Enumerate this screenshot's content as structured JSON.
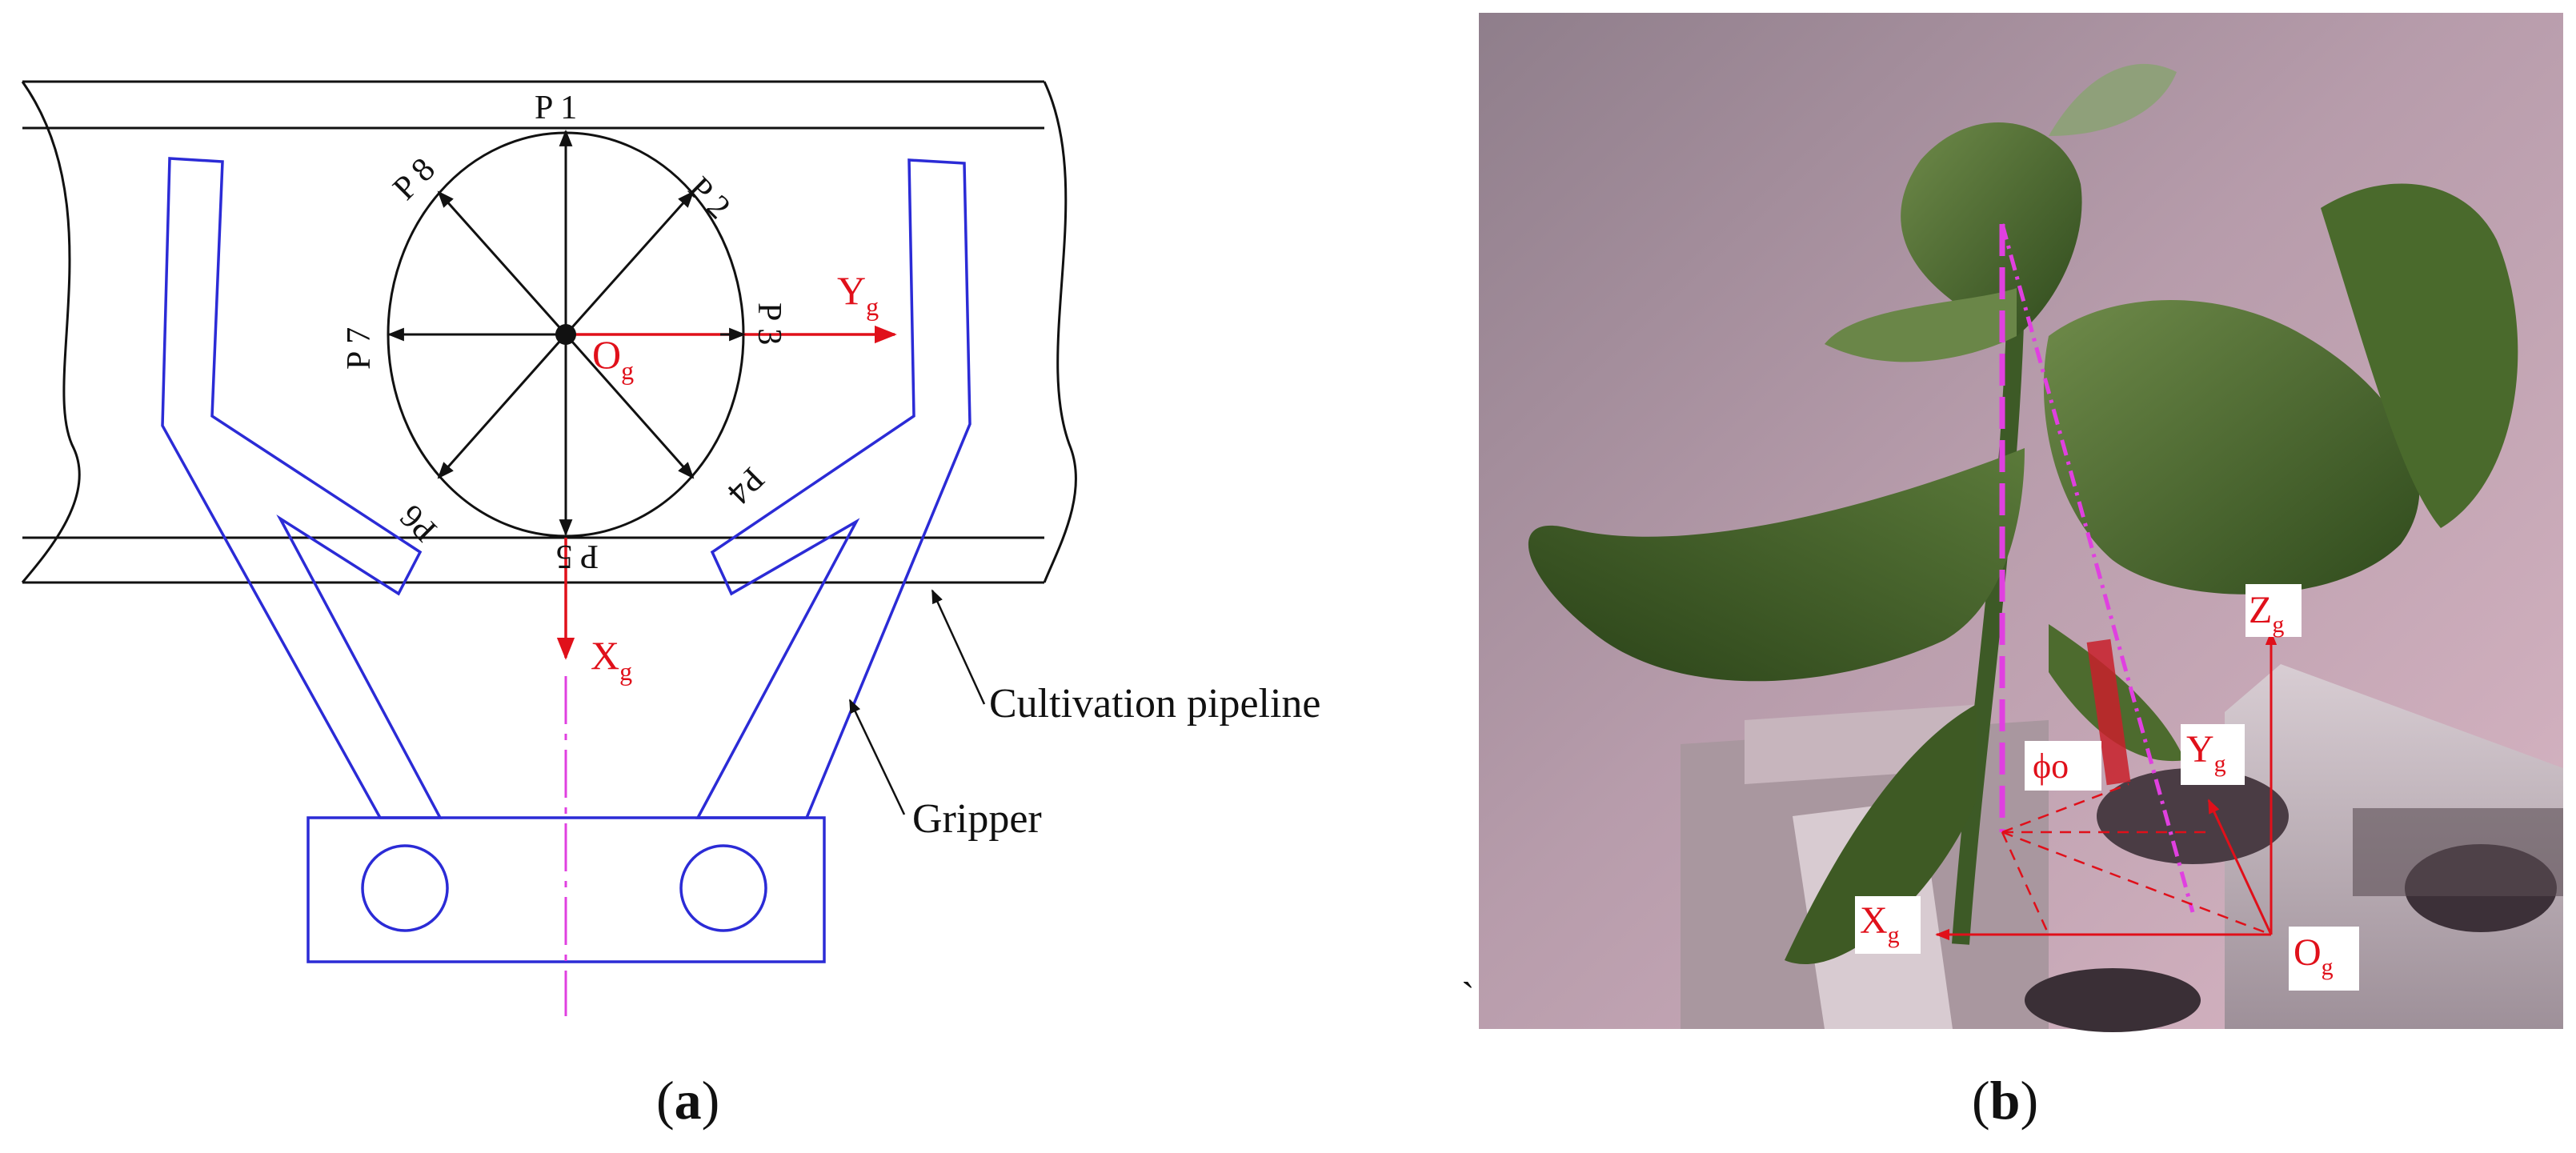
{
  "panel_a": {
    "caption_open": "(",
    "caption_letter": "a",
    "caption_close": ")",
    "points": [
      "P 1",
      "P 2",
      "P 3",
      "P4",
      "P 5",
      "P6",
      "P 7",
      "P 8"
    ],
    "axis_x_main": "X",
    "axis_x_sub": "g",
    "axis_y_main": "Y",
    "axis_y_sub": "g",
    "origin_main": "O",
    "origin_sub": "g",
    "label_pipeline": "Cultivation pipeline",
    "label_gripper": "Gripper"
  },
  "panel_b": {
    "caption_open": "(",
    "caption_letter": "b",
    "caption_close": ")",
    "axis_z_main": "Z",
    "axis_z_sub": "g",
    "axis_y_main": "Y",
    "axis_y_sub": "g",
    "axis_x_main": "X",
    "axis_x_sub": "g",
    "origin_main": "O",
    "origin_sub": "g",
    "angle_label": "ϕo",
    "stray_mark": "`"
  },
  "colors": {
    "blue": "#2b2bd6",
    "red": "#e0101a",
    "magenta": "#e040e0",
    "black": "#111111"
  }
}
